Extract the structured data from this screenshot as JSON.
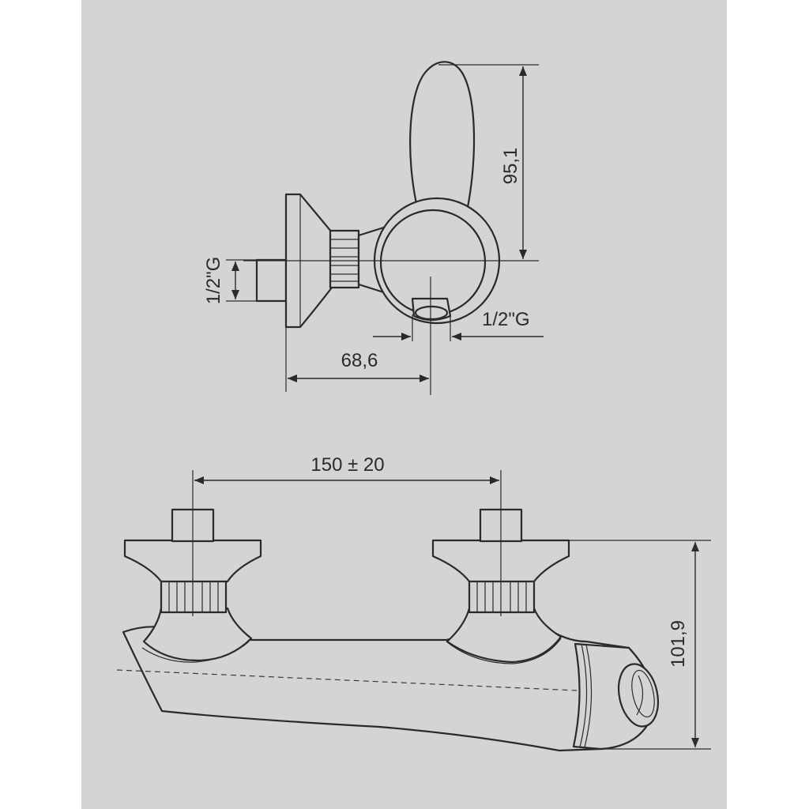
{
  "dimensions": {
    "lever_height": "95,1",
    "inlet_thread_left": "1/2\"G",
    "outlet_thread": "1/2\"G",
    "side_depth": "68,6",
    "center_distance": "150 ± 20",
    "front_height": "101,9"
  }
}
